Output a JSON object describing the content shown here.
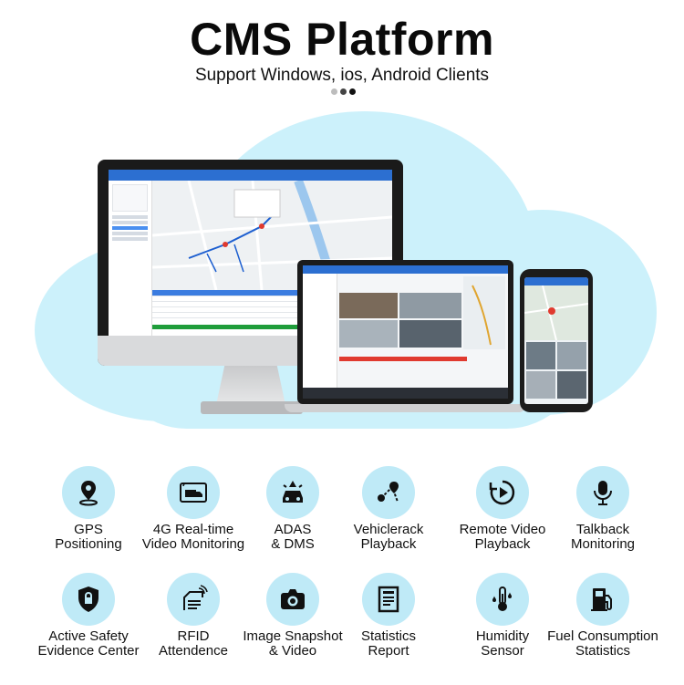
{
  "header": {
    "title": "CMS Platform",
    "subtitle": "Support Windows, ios, Android Clients"
  },
  "colors": {
    "cloud": "#ccf1fb",
    "icon_circle": "#bfeaf7",
    "app_blue": "#2c6fd1",
    "status_green": "#1f9d3a"
  },
  "features": [
    {
      "line1": "GPS",
      "line2": "Positioning",
      "icon": "location-pin-icon"
    },
    {
      "line1": "4G Real-time",
      "line2": "Video Monitoring",
      "icon": "truck-video-icon"
    },
    {
      "line1": "ADAS",
      "line2": "& DMS",
      "icon": "car-warning-icon"
    },
    {
      "line1": "Vehiclerack",
      "line2": "Playback",
      "icon": "route-icon"
    },
    {
      "line1": "Remote Video",
      "line2": "Playback",
      "icon": "replay-icon"
    },
    {
      "line1": "Talkback",
      "line2": "Monitoring",
      "icon": "microphone-icon"
    },
    {
      "line1": "Active Safety",
      "line2": "Evidence Center",
      "icon": "shield-lock-icon"
    },
    {
      "line1": "RFID",
      "line2": "Attendence",
      "icon": "rfid-card-icon"
    },
    {
      "line1": "Image Snapshot",
      "line2": "& Video",
      "icon": "camera-icon"
    },
    {
      "line1": "Statistics",
      "line2": "Report",
      "icon": "report-icon"
    },
    {
      "line1": "Humidity",
      "line2": "Sensor",
      "icon": "thermometer-icon"
    },
    {
      "line1": "Fuel Consumption",
      "line2": "Statistics",
      "icon": "fuel-pump-icon"
    }
  ]
}
